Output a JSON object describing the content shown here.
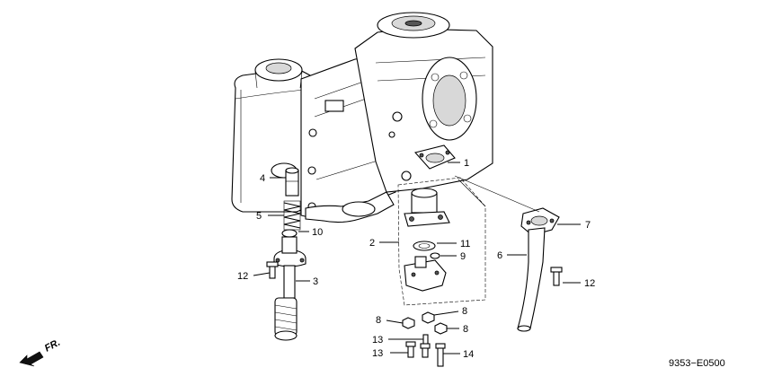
{
  "diagram": {
    "drawing_code": "9353−E0500",
    "front_marker": "FR.",
    "callouts": {
      "c1": "1",
      "c2": "2",
      "c3": "3",
      "c4": "4",
      "c5": "5",
      "c6": "6",
      "c7": "7",
      "c8a": "8",
      "c8b": "8",
      "c8c": "8",
      "c9": "9",
      "c10": "10",
      "c11": "11",
      "c12a": "12",
      "c12b": "12",
      "c13a": "13",
      "c13b": "13",
      "c14": "14"
    }
  }
}
